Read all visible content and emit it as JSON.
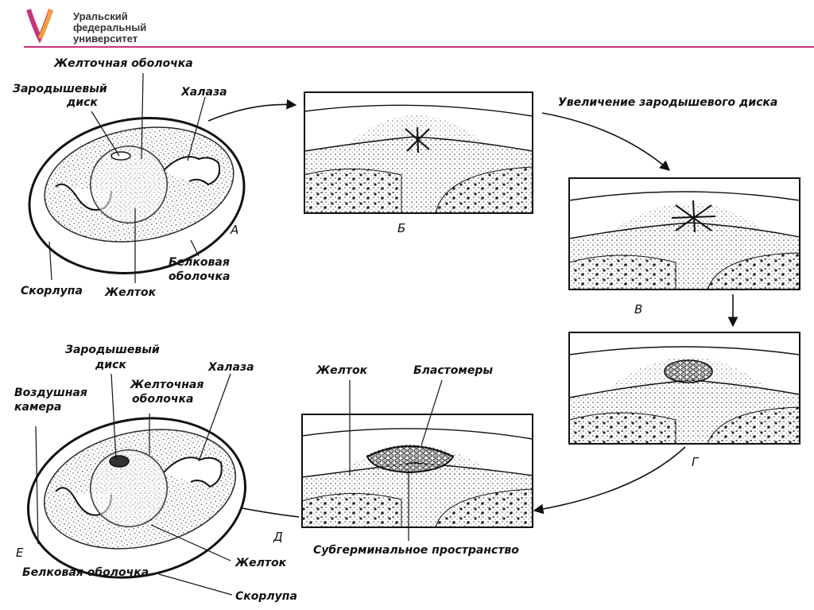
{
  "header": {
    "logo_line1": "Уральский",
    "logo_line2": "федеральный",
    "logo_line3": "университет",
    "accent_color": "#c7337a"
  },
  "egg_top": {
    "label_vitelline": "Желточная оболочка",
    "label_germinal_1": "Зародышевый",
    "label_germinal_2": "диск",
    "label_chalaza": "Халаза",
    "letter": "А",
    "label_albumen_1": "Белковая",
    "label_albumen_2": "оболочка",
    "label_shell": "Скорлупа",
    "label_yolk": "Желток"
  },
  "stages": {
    "b": "Б",
    "v": "В",
    "g": "Г",
    "d": "Д",
    "caption_growth": "Увеличение зародышевого диска",
    "label_yolk": "Желток",
    "label_blastomeres": "Бластомеры",
    "label_subgerminal": "Субгерминальное пространство"
  },
  "egg_bottom": {
    "label_germinal_1": "Зародышевый",
    "label_germinal_2": "диск",
    "label_vitelline_1": "Желточная",
    "label_vitelline_2": "оболочка",
    "label_chalaza": "Халаза",
    "label_air_1": "Воздушная",
    "label_air_2": "камера",
    "letter": "Е",
    "label_albumen": "Белковая оболочка",
    "label_yolk": "Желток",
    "label_shell": "Скорлупа"
  }
}
